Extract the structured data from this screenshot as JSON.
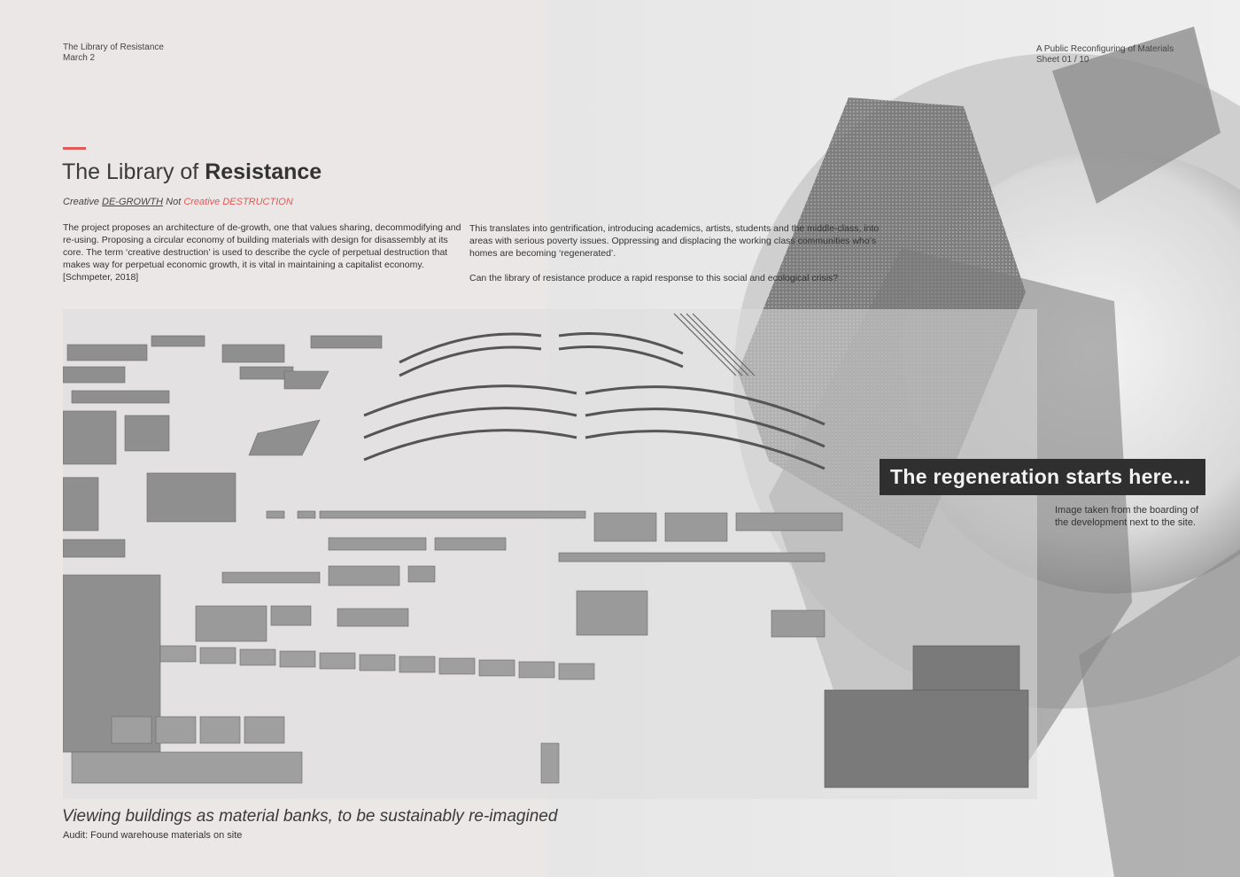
{
  "header": {
    "project_name": "The Library of Resistance",
    "date": "March 2",
    "series": "A Public Reconfiguring of Materials",
    "sheet": "Sheet 01 / 10"
  },
  "title": {
    "regular": "The Library of ",
    "bold": "Resistance"
  },
  "subtitle": {
    "part1": "Creative ",
    "part2": "DE-GROWTH",
    "part3": " Not ",
    "part4": "Creative DESTRUCTION"
  },
  "body": {
    "left_paragraph": "The project proposes an architecture of de-growth, one that values sharing, decommodifying and re-using. Proposing a circular economy of building materials with design for disassembly at its core. The term ‘creative destruction’ is used to describe the cycle of perpetual destruction that makes way for perpetual economic growth, it is vital in maintaining a capitalist economy. [Schmpeter, 2018]",
    "right_paragraph_1": "This translates into gentrification, introducing academics, artists, students and the middle-class, into areas with serious poverty issues. Oppressing and displacing the working class communities who’s homes are becoming ‘regenerated’.",
    "right_paragraph_2": "Can the library of resistance produce a rapid response to this social and ecological crisis?"
  },
  "photo": {
    "banner": "The regeneration starts here...",
    "caption": "Image taken from the boarding of the development next to the site."
  },
  "footer": {
    "title": "Viewing buildings as material banks, to be sustainably re-imagined",
    "subtitle": "Audit: Found warehouse materials on site"
  },
  "colors": {
    "accent": "#e05a57",
    "background": "#ebe7e7",
    "banner": "#2f2f2f"
  }
}
